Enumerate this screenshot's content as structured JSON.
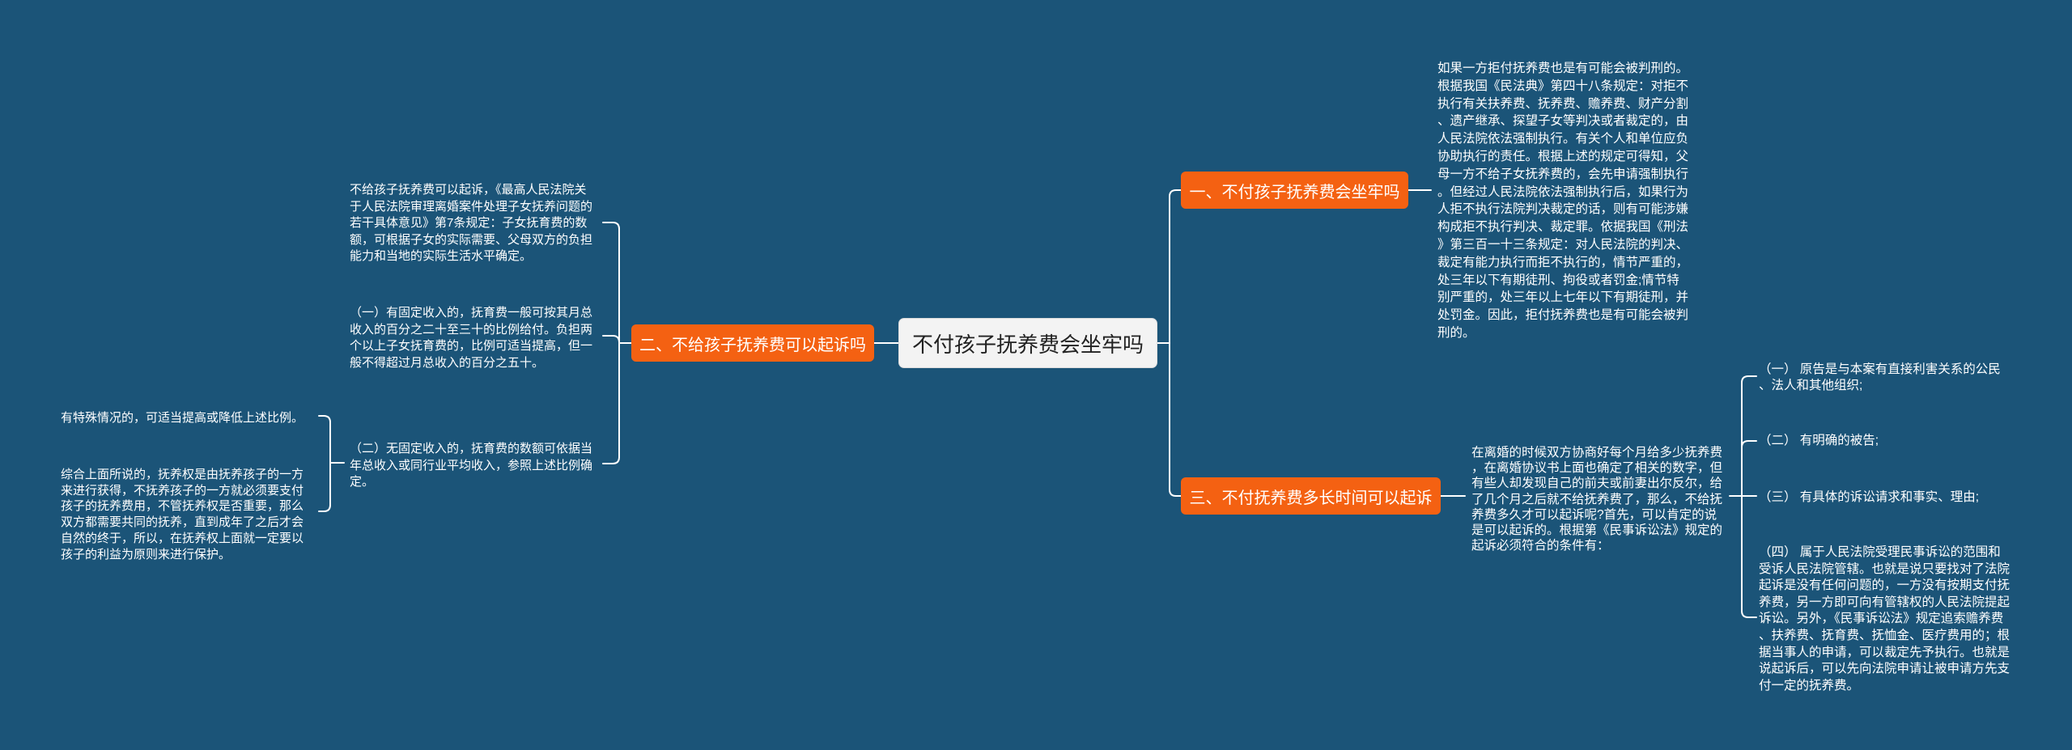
{
  "colors": {
    "background": "#1b5478",
    "branch_fill": "#f46112",
    "root_fill": "#f3f3f3",
    "connector": "#ffffff",
    "text": "#ffffff"
  },
  "mindmap": {
    "root": {
      "label": "不付孩子抚养费会坐牢吗"
    },
    "branches": [
      {
        "label": "一、不付孩子抚养费会坐牢吗",
        "detail": "如果一方拒付抚养费也是有可能会被判刑的。根据我国《民法典》第四十八条规定：对拒不执行有关扶养费、抚养费、赡养费、财产分割、遗产继承、探望子女等判决或者裁定的，由人民法院依法强制执行。有关个人和单位应负协助执行的责任。根据上述的规定可得知，父母一方不给子女抚养费的，会先申请强制执行。但经过人民法院依法强制执行后，如果行为人拒不执行法院判决裁定的话，则有可能涉嫌构成拒不执行判决、裁定罪。依据我国《刑法》第三百一十三条规定：对人民法院的判决、裁定有能力执行而拒不执行的，情节严重的，处三年以下有期徒刑、拘役或者罚金;情节特别严重的，处三年以上七年以下有期徒刑，并处罚金。因此，拒付抚养费也是有可能会被判刑的。"
      },
      {
        "label": "二、不给孩子抚养费可以起诉吗",
        "details": [
          "不给孩子抚养费可以起诉，《最高人民法院关于人民法院审理离婚案件处理子女抚养问题的若干具体意见》第7条规定：子女抚育费的数额，可根据子女的实际需要、父母双方的负担能力和当地的实际生活水平确定。",
          "（一）有固定收入的，抚育费一般可按其月总收入的百分之二十至三十的比例给付。负担两个以上子女抚育费的，比例可适当提高，但一般不得超过月总收入的百分之五十。",
          "（二）无固定收入的，抚育费的数额可依据当年总收入或同行业平均收入，参照上述比例确定。"
        ],
        "sub_details": [
          "有特殊情况的，可适当提高或降低上述比例。",
          "综合上面所说的，抚养权是由抚养孩子的一方来进行获得，不抚养孩子的一方就必须要支付孩子的抚养费用，不管抚养权是否重要，那么双方都需要共同的抚养，直到成年了之后才会自然的终于，所以，在抚养权上面就一定要以孩子的利益为原则来进行保护。"
        ]
      },
      {
        "label": "三、不付抚养费多长时间可以起诉",
        "detail": "在离婚的时候双方协商好每个月给多少抚养费，在离婚协议书上面也确定了相关的数字，但有些人却发现自己的前夫或前妻出尔反尔，给了几个月之后就不给抚养费了，那么，不给抚养费多久才可以起诉呢?首先，可以肯定的说是可以起诉的。根据第《民事诉讼法》规定的起诉必须符合的条件有：",
        "conditions": [
          "（一） 原告是与本案有直接利害关系的公民、法人和其他组织;",
          "（二） 有明确的被告;",
          "（三） 有具体的诉讼请求和事实、理由;",
          "（四） 属于人民法院受理民事诉讼的范围和受诉人民法院管辖。也就是说只要找对了法院起诉是没有任何问题的，一方没有按期支付抚养费，另一方即可向有管辖权的人民法院提起诉讼。另外，《民事诉讼法》规定追索赡养费、扶养费、抚育费、抚恤金、医疗费用的；根据当事人的申请，可以裁定先予执行。也就是说起诉后，可以先向法院申请让被申请方先支付一定的抚养费。"
        ]
      }
    ]
  }
}
